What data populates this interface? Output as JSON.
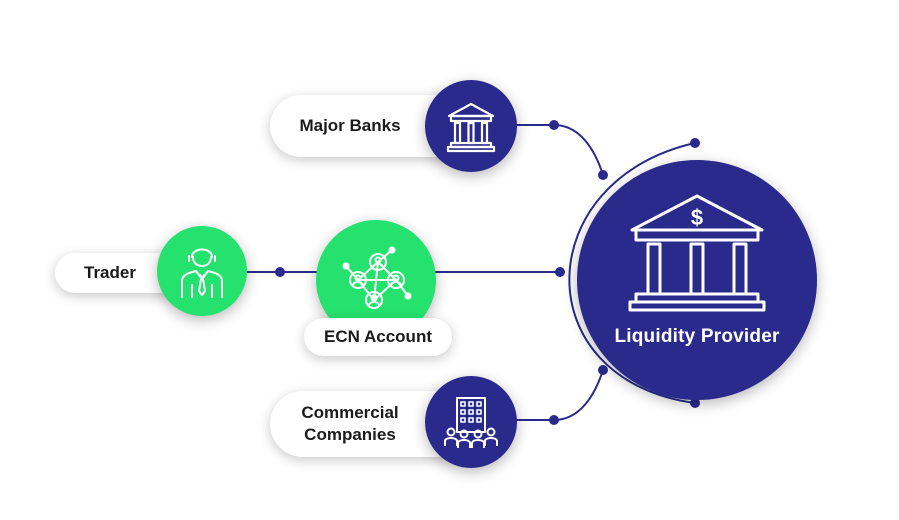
{
  "nodes": {
    "major_banks": {
      "label": "Major Banks"
    },
    "trader": {
      "label": "Trader"
    },
    "ecn_account": {
      "label": "ECN Account"
    },
    "commercial_companies": {
      "label_line1": "Commercial",
      "label_line2": "Companies"
    },
    "liquidity_provider": {
      "label": "Liquidity Provider"
    }
  },
  "icons": {
    "major_banks": "bank-icon",
    "trader": "businessman-icon",
    "ecn_account": "network-people-icon",
    "commercial_companies": "office-building-people-icon",
    "liquidity_provider": "bank-dollar-icon"
  },
  "colors": {
    "navy": "#2a2a8c",
    "green": "#25e26e",
    "line": "#2a2a8c",
    "text": "#1b1b1b",
    "pill_background": "#ffffff"
  }
}
